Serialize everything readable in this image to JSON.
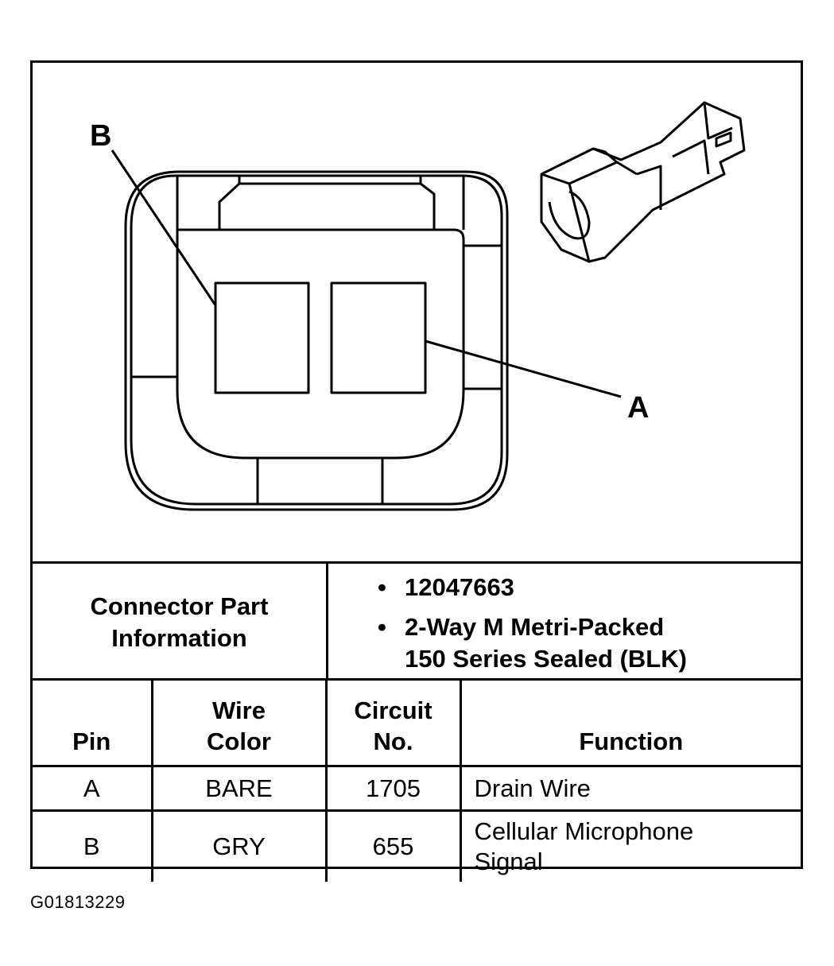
{
  "callouts": {
    "b": "B",
    "a": "A"
  },
  "connector_info": {
    "label": "Connector Part\nInformation",
    "items": [
      "12047663",
      "2-Way M Metri-Packed\n150 Series Sealed (BLK)"
    ]
  },
  "table": {
    "headers": [
      "Pin",
      "Wire\nColor",
      "Circuit\nNo.",
      "Function"
    ],
    "rows": [
      {
        "pin": "A",
        "wire_color": "BARE",
        "circuit": "1705",
        "function": "Drain Wire"
      },
      {
        "pin": "B",
        "wire_color": "GRY",
        "circuit": "655",
        "function": "Cellular Microphone\nSignal"
      }
    ]
  },
  "figure_id": "G01813229",
  "colors": {
    "ink": "#000000",
    "paper": "#ffffff"
  }
}
